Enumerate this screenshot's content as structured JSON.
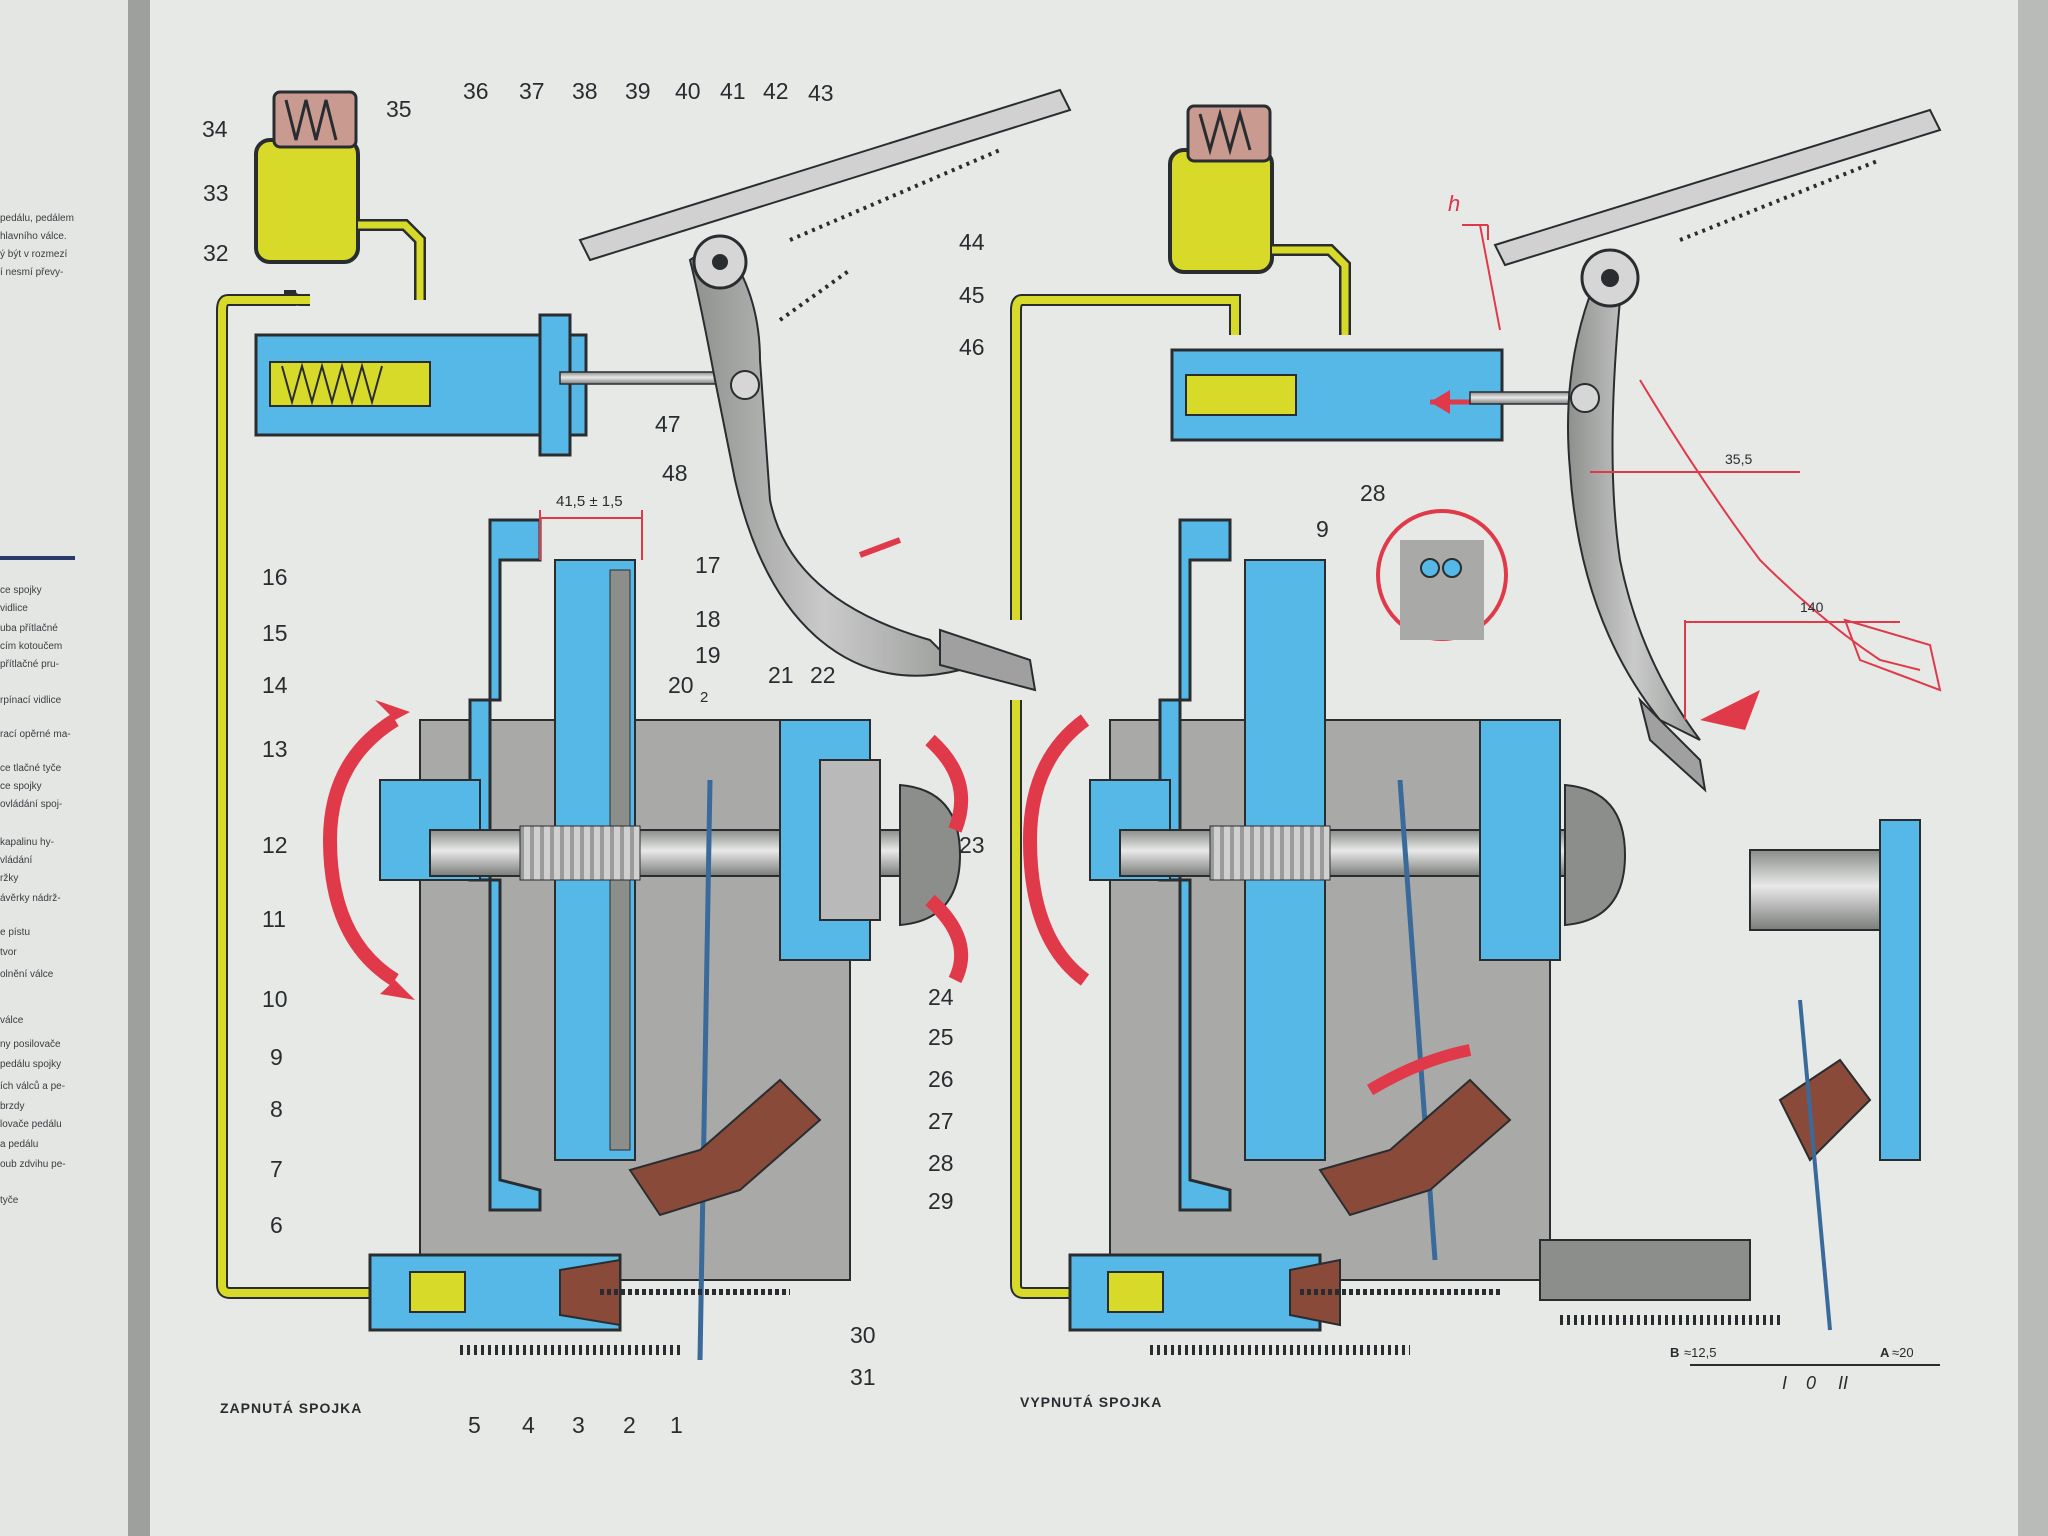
{
  "colors": {
    "fluid": "#d8da2a",
    "water_blue": "#55b8e6",
    "housing_grey": "#a9aaa8",
    "rubber_brown": "#8a4a3a",
    "arrow_red": "#e03a4a",
    "ink": "#2a2d30",
    "page": "#e6e8e6"
  },
  "captions": {
    "engaged": "ZAPNUTÁ SPOJKA",
    "disengaged": "VYPNUTÁ SPOJKA"
  },
  "callouts_left": {
    "n34": "34",
    "n35": "35",
    "n33": "33",
    "n32": "32",
    "n36": "36",
    "n37": "37",
    "n38": "38",
    "n39": "39",
    "n40": "40",
    "n41": "41",
    "n42": "42",
    "n43": "43",
    "n44": "44",
    "n45": "45",
    "n46": "46",
    "n47": "47",
    "n48": "48",
    "n16": "16",
    "n15": "15",
    "n14": "14",
    "n13": "13",
    "n12": "12",
    "n11": "11",
    "n10": "10",
    "n9": "9",
    "n8": "8",
    "n7": "7",
    "n6": "6",
    "n17": "17",
    "n18": "18",
    "n19": "19",
    "n20": "20",
    "n20sub": "2",
    "n21": "21",
    "n22": "22",
    "n23": "23",
    "n24": "24",
    "n25": "25",
    "n26": "26",
    "n27": "27",
    "n28": "28",
    "n29": "29",
    "n30": "30",
    "n31": "31",
    "n5": "5",
    "n4": "4",
    "n3": "3",
    "n2": "2",
    "n1": "1"
  },
  "dimensions": {
    "d415": "41,5 ± 1,5",
    "h": "h",
    "d355": "35,5",
    "d140": "140",
    "B": "B",
    "B_val": "≈12,5",
    "A": "A",
    "A_val": "≈20",
    "roman_I": "I",
    "roman_0": "0",
    "roman_II": "II"
  },
  "inset_labels": {
    "n28": "28",
    "n9": "9"
  },
  "side_text": [
    "pedálu, pedálem",
    "hlavního válce.",
    "ý být v rozmezí",
    "í nesmí převy-",
    "ce spojky",
    "vidlice",
    "uba přítlačné",
    "cím kotoučem",
    "přítlačné pru-",
    "rpínací vidlice",
    "rací opěrné ma-",
    "ce tlačné tyče",
    "ce spojky",
    "ovládání spoj-",
    "kapalinu hy-",
    "vládání",
    "ržky",
    "ávěrky nádrž-",
    "e pístu",
    "tvor",
    "olnění válce",
    "válce",
    "ny posilovače",
    "pedálu spojky",
    "ích válců a pe-",
    "brzdy",
    "lovače pedálu",
    "a pedálu",
    "oub zdvihu pe-",
    "tyče"
  ]
}
